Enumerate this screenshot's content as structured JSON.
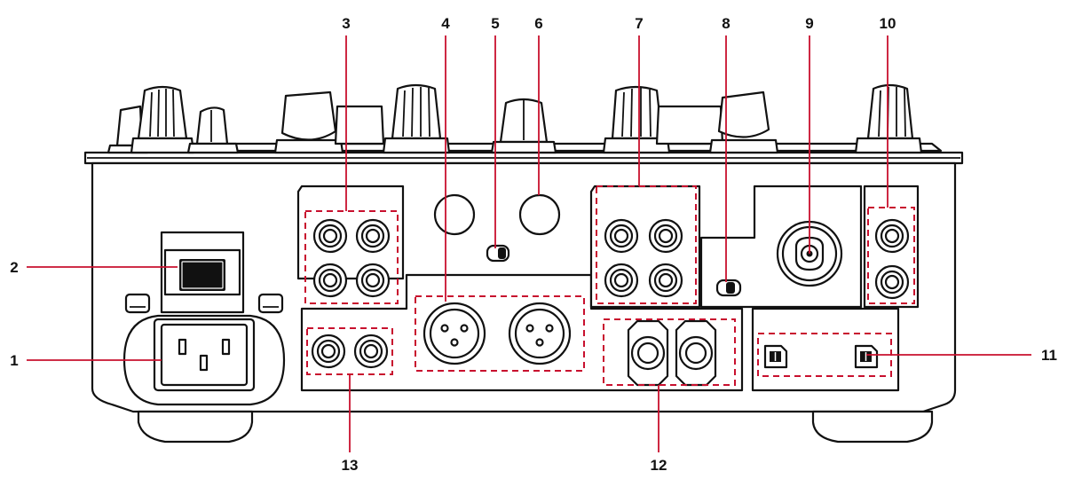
{
  "diagram": {
    "title": "",
    "callouts": [
      {
        "id": 1,
        "label": "1"
      },
      {
        "id": 2,
        "label": "2"
      },
      {
        "id": 3,
        "label": "3"
      },
      {
        "id": 4,
        "label": "4"
      },
      {
        "id": 5,
        "label": "5"
      },
      {
        "id": 6,
        "label": "6"
      },
      {
        "id": 7,
        "label": "7"
      },
      {
        "id": 8,
        "label": "8"
      },
      {
        "id": 9,
        "label": "9"
      },
      {
        "id": 10,
        "label": "10"
      },
      {
        "id": 11,
        "label": "11"
      },
      {
        "id": 12,
        "label": "12"
      },
      {
        "id": 13,
        "label": "13"
      }
    ]
  },
  "colors": {
    "outline": "#111111",
    "callout_accent": "#c8102e",
    "background": "#ffffff"
  },
  "icons": [
    "power-inlet-icon",
    "power-switch-icon",
    "rca-jack-icon",
    "xlr-jack-icon",
    "combo-jack-icon",
    "quarter-inch-jack-icon",
    "usb-b-port-icon",
    "knob-icon",
    "screw-terminal-icon",
    "selector-switch-icon"
  ]
}
